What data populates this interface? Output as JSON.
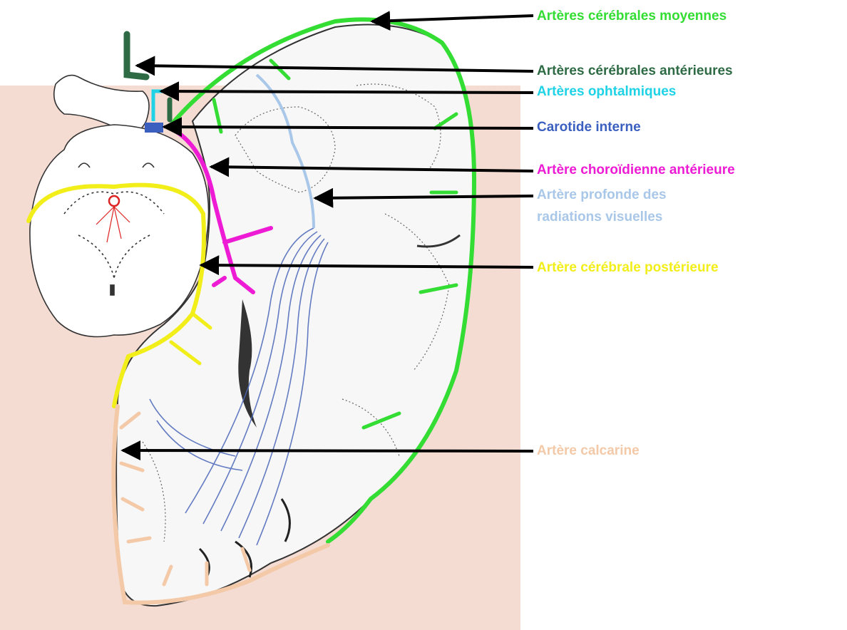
{
  "labels": {
    "cerebrales_moyennes": "Artères cérébrales moyennes",
    "cerebrales_anterieures": "Artères cérébrales antérieures",
    "ophtalmiques": "Artères ophtalmiques",
    "carotide_interne": "Carotide interne",
    "choroidienne_anterieure": "Artère choroïdienne antérieure",
    "profonde_line1": "Artère profonde des",
    "profonde_line2": "radiations visuelles",
    "cerebrale_posterieure": "Artère cérébrale postérieure",
    "calcarine": "Artère calcarine"
  },
  "colors": {
    "cerebrales_moyennes": "#33dd33",
    "cerebrales_anterieures": "#2e6b45",
    "ophtalmiques": "#1fd2e6",
    "carotide_interne": "#3a5fbf",
    "choroidienne_anterieure": "#ee1bd5",
    "profonde": "#a9c7e8",
    "cerebrale_posterieure": "#f2ee1a",
    "calcarine": "#f3c9a8",
    "background_tint": "#f5dcd3",
    "arrow": "#000000"
  }
}
